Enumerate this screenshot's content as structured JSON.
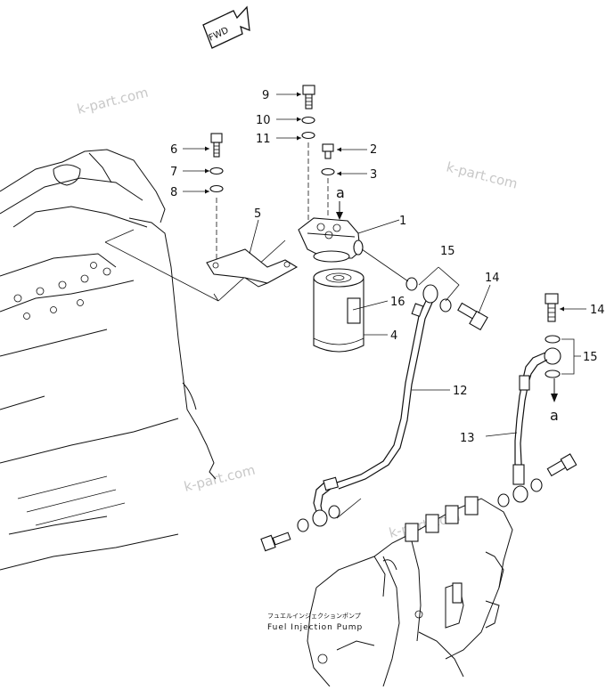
{
  "fwd_label": "FWD",
  "watermark": "k-part.com",
  "callouts": [
    {
      "id": "1",
      "label": "1"
    },
    {
      "id": "2",
      "label": "2"
    },
    {
      "id": "3",
      "label": "3"
    },
    {
      "id": "4",
      "label": "4"
    },
    {
      "id": "5",
      "label": "5"
    },
    {
      "id": "6",
      "label": "6"
    },
    {
      "id": "7",
      "label": "7"
    },
    {
      "id": "8",
      "label": "8"
    },
    {
      "id": "9",
      "label": "9"
    },
    {
      "id": "10",
      "label": "10"
    },
    {
      "id": "11",
      "label": "11"
    },
    {
      "id": "12",
      "label": "12"
    },
    {
      "id": "13",
      "label": "13"
    },
    {
      "id": "14a",
      "label": "14"
    },
    {
      "id": "14b",
      "label": "14"
    },
    {
      "id": "15a",
      "label": "15"
    },
    {
      "id": "15b",
      "label": "15"
    },
    {
      "id": "16",
      "label": "16"
    }
  ],
  "ref_letter": "a",
  "pump_label_jp": "フュエルインジェクションポンプ",
  "pump_label_en": "Fuel  Injection  Pump"
}
